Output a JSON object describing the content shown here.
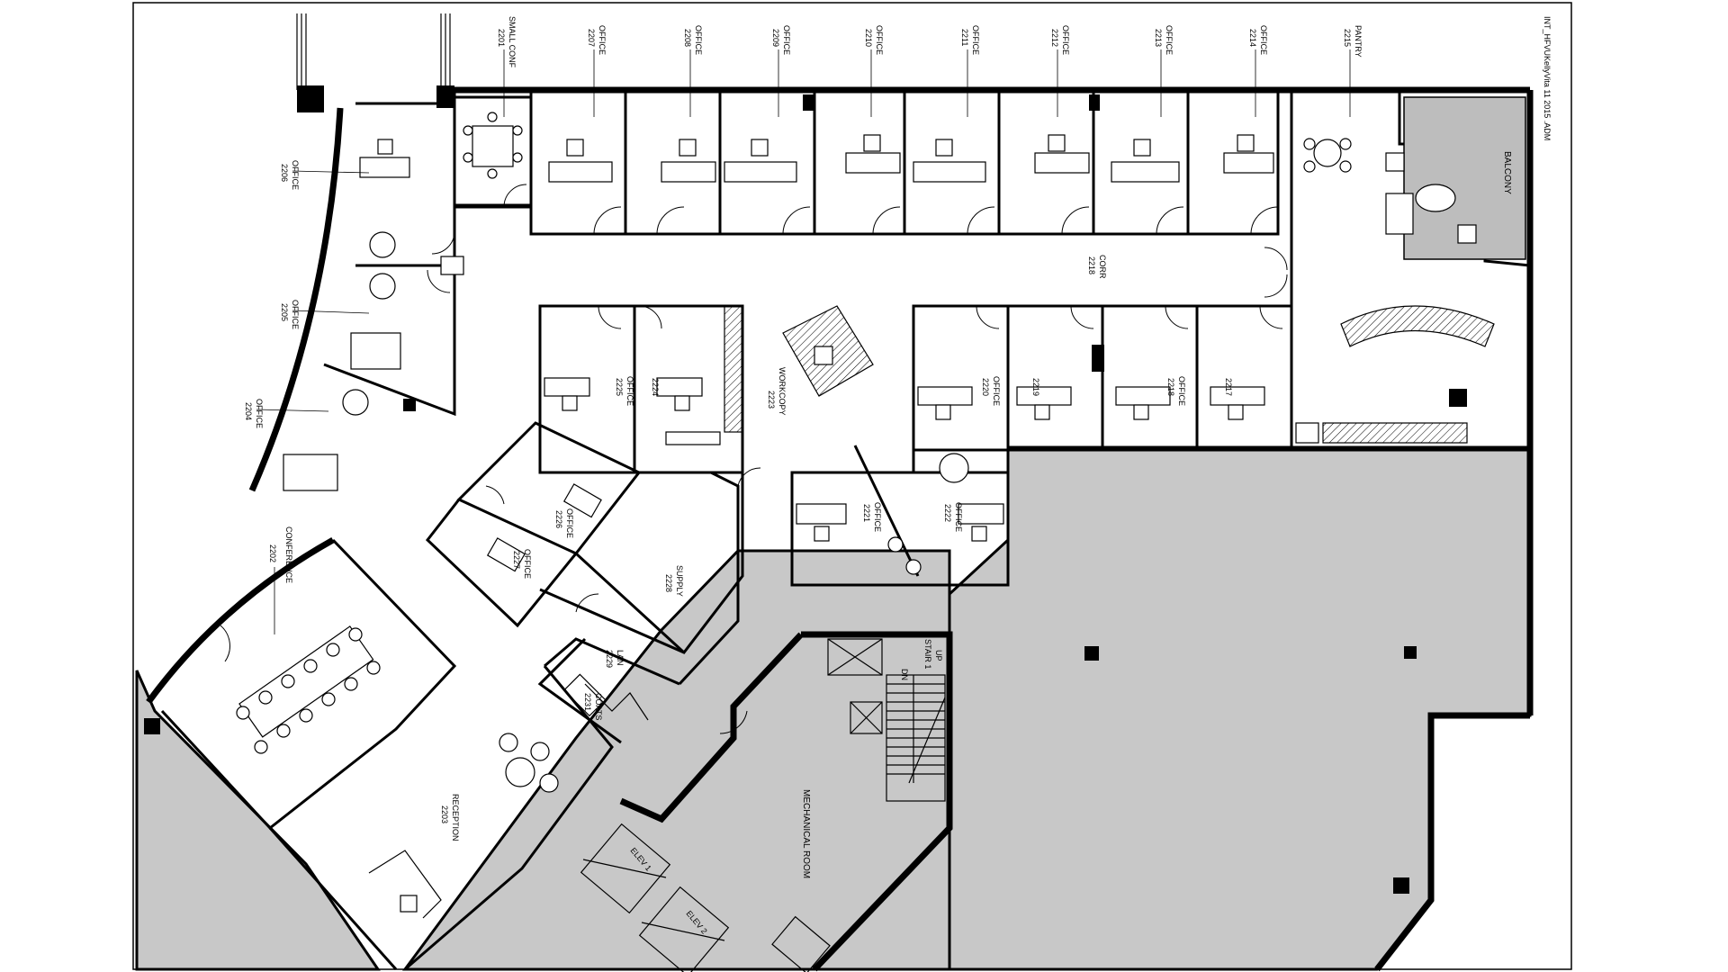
{
  "drawing": {
    "corner_note": "INT_HFVUKellyVita 11 2015 .ADM",
    "labels": {
      "small_conf": "SMALL CONF",
      "small_conf_no": "2201",
      "office": "OFFICE",
      "corr": "CORR",
      "corr_no": "2218",
      "pantry": "PANTRY",
      "pantry_no": "2215",
      "balcony": "BALCONY",
      "workcopy": "WORKCOPY",
      "workcopy_no": "2223",
      "supply": "SUPPLY",
      "supply_no": "2228",
      "lan": "LAN",
      "lan_no": "2229",
      "coats": "COATS",
      "coats_no": "2231",
      "conference": "CONFERENCE",
      "conference_no": "2202",
      "reception": "RECEPTION",
      "reception_no": "2203",
      "mechanical": "MECHANICAL ROOM",
      "stair": "STAIR 1",
      "up": "UP",
      "dn": "DN",
      "elev1": "ELEV 1",
      "elev2": "ELEV 2"
    },
    "top_offices": [
      "2207",
      "2208",
      "2209",
      "2210",
      "2211",
      "2212",
      "2213",
      "2214"
    ],
    "left_offices": [
      "2206",
      "2205",
      "2204"
    ],
    "inner_offices_left": [
      "2225",
      "2224"
    ],
    "inner_offices_right": [
      "2220",
      "2219",
      "2218",
      "2217"
    ],
    "diag_offices": [
      "2226",
      "2227"
    ],
    "lower_offices": [
      "2221",
      "2222"
    ]
  }
}
